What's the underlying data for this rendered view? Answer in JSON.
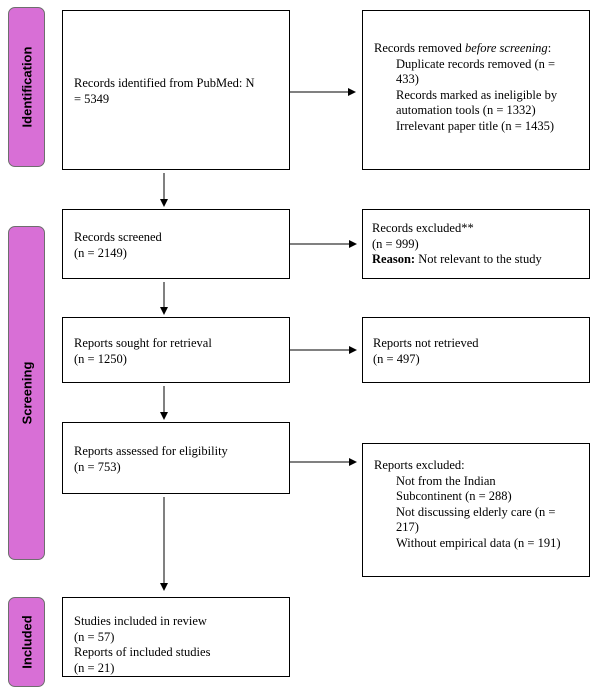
{
  "phases": {
    "identification": "Identification",
    "screening": "Screening",
    "included": "Included"
  },
  "boxes": {
    "identified": [
      "Records identified from PubMed: N",
      "= 5349"
    ],
    "removed_before": {
      "intro": "Records removed ",
      "intro_em": "before screening",
      "intro_end": ":",
      "lines": [
        "Duplicate records removed (n =",
        "433)",
        "Records marked as ineligible by",
        "automation tools (n = 1332)",
        "Irrelevant paper title (n = 1435)"
      ]
    },
    "screened": [
      "Records screened",
      "(n = 2149)"
    ],
    "excluded": {
      "line1": "Records excluded**",
      "line2": "(n = 999)",
      "reason_label": "Reason:",
      "reason_text": " Not relevant to the study"
    },
    "sought": [
      "Reports sought for retrieval",
      "(n = 1250)"
    ],
    "not_retrieved": [
      "Reports not retrieved",
      "(n = 497)"
    ],
    "assessed": [
      "Reports assessed for eligibility",
      "(n = 753)"
    ],
    "reports_excluded": {
      "title": "Reports excluded:",
      "lines": [
        "Not from the Indian",
        "Subcontinent (n = 288)",
        "Not discussing elderly care (n =",
        "217)",
        "Without empirical data (n = 191)"
      ]
    },
    "included": [
      "Studies included in review",
      "(n = 57)",
      "Reports of included studies",
      "(n = 21)"
    ]
  }
}
